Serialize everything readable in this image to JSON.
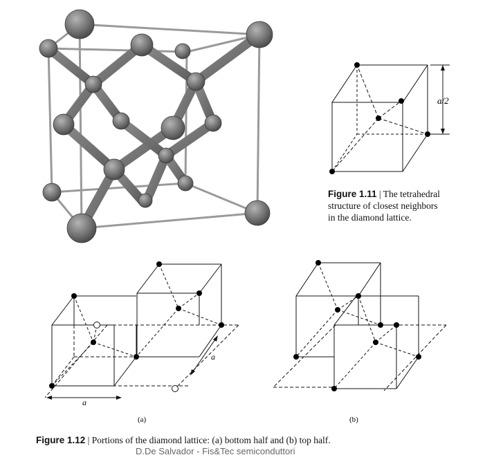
{
  "figure_1_11": {
    "label": "Figure 1.11",
    "separator": "|",
    "caption_line1": "The tetrahedral",
    "caption_line2": "structure of closest neighbors",
    "caption_line3": "in the diamond lattice.",
    "dimension_label": "a/2"
  },
  "figure_1_12": {
    "label": "Figure 1.12",
    "separator": "|",
    "caption": "Portions of the diamond lattice: (a) bottom half and (b) top half.",
    "panel_a_label": "(a)",
    "panel_b_label": "(b)",
    "dimension_a_horizontal": "a",
    "dimension_a_diagonal": "a"
  },
  "footer": {
    "text": "D.De Salvador - Fis&Tec semiconduttori"
  }
}
